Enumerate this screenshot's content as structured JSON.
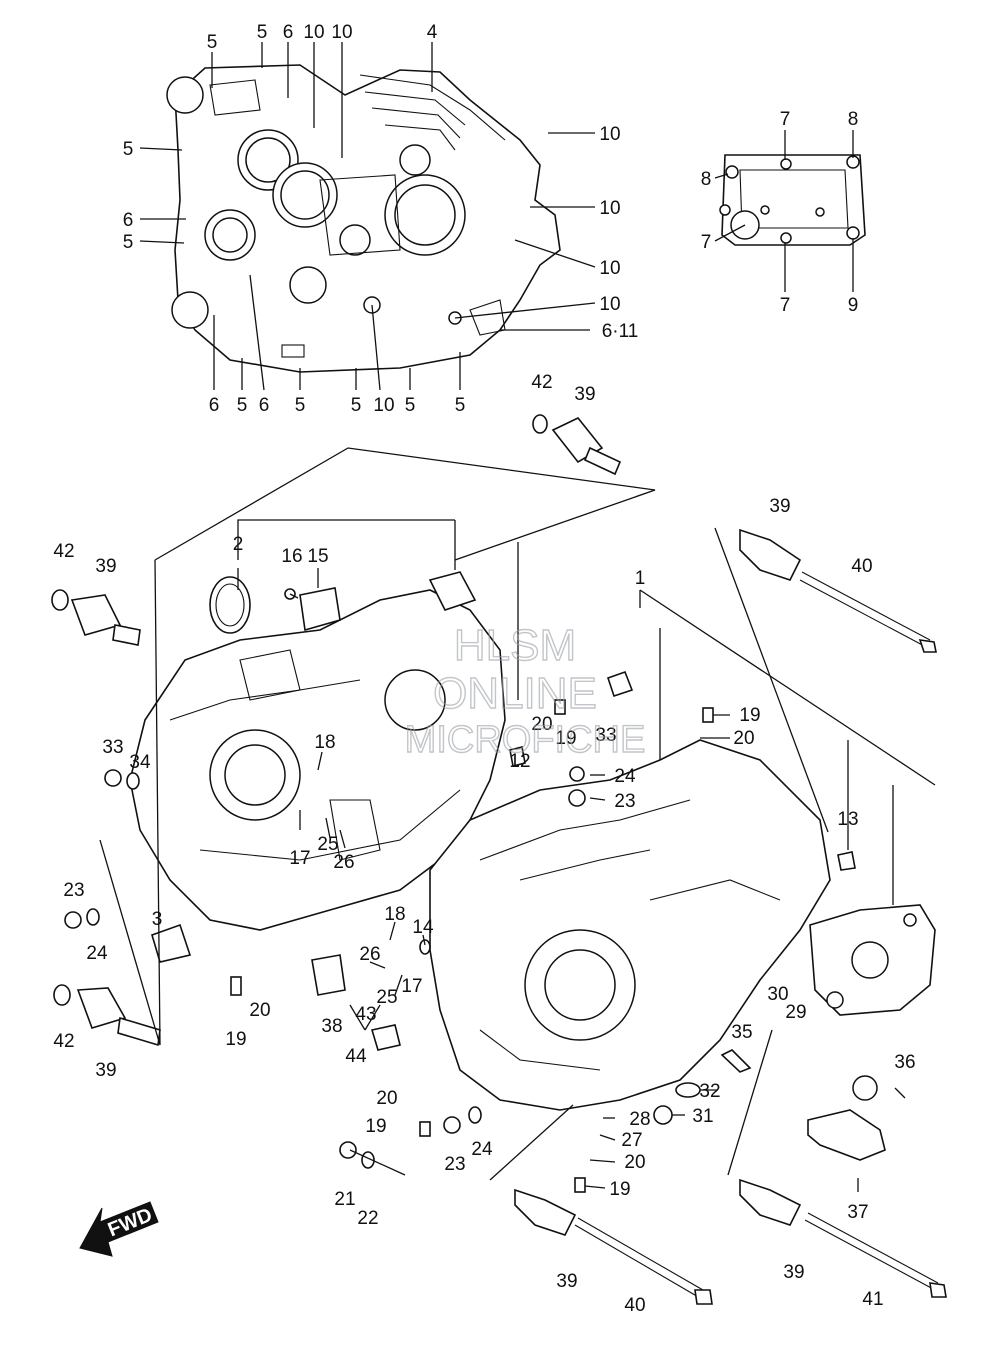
{
  "watermark": {
    "line1": "HLSM",
    "line2": "ONLINE",
    "line3": "MICROFICHE"
  },
  "direction_label": "FWD",
  "callouts": [
    {
      "label": "5"
    },
    {
      "label": "5"
    },
    {
      "label": "6"
    },
    {
      "label": "10"
    },
    {
      "label": "10"
    },
    {
      "label": "4"
    },
    {
      "label": "5"
    },
    {
      "label": "6"
    },
    {
      "label": "5"
    },
    {
      "label": "10"
    },
    {
      "label": "10"
    },
    {
      "label": "10"
    },
    {
      "label": "10"
    },
    {
      "label": "6·11"
    },
    {
      "label": "6"
    },
    {
      "label": "5"
    },
    {
      "label": "6"
    },
    {
      "label": "5"
    },
    {
      "label": "5"
    },
    {
      "label": "10"
    },
    {
      "label": "5"
    },
    {
      "label": "5"
    },
    {
      "label": "7"
    },
    {
      "label": "8"
    },
    {
      "label": "8"
    },
    {
      "label": "7"
    },
    {
      "label": "7"
    },
    {
      "label": "9"
    },
    {
      "label": "42"
    },
    {
      "label": "39"
    },
    {
      "label": "39"
    },
    {
      "label": "40"
    },
    {
      "label": "2"
    },
    {
      "label": "16"
    },
    {
      "label": "15"
    },
    {
      "label": "1"
    },
    {
      "label": "42"
    },
    {
      "label": "39"
    },
    {
      "label": "19"
    },
    {
      "label": "20"
    },
    {
      "label": "20"
    },
    {
      "label": "19"
    },
    {
      "label": "33"
    },
    {
      "label": "12"
    },
    {
      "label": "24"
    },
    {
      "label": "23"
    },
    {
      "label": "13"
    },
    {
      "label": "33"
    },
    {
      "label": "34"
    },
    {
      "label": "18"
    },
    {
      "label": "17"
    },
    {
      "label": "25"
    },
    {
      "label": "26"
    },
    {
      "label": "23"
    },
    {
      "label": "24"
    },
    {
      "label": "3"
    },
    {
      "label": "18"
    },
    {
      "label": "14"
    },
    {
      "label": "26"
    },
    {
      "label": "17"
    },
    {
      "label": "25"
    },
    {
      "label": "20"
    },
    {
      "label": "19"
    },
    {
      "label": "38"
    },
    {
      "label": "43"
    },
    {
      "label": "42"
    },
    {
      "label": "39"
    },
    {
      "label": "44"
    },
    {
      "label": "30"
    },
    {
      "label": "29"
    },
    {
      "label": "35"
    },
    {
      "label": "36"
    },
    {
      "label": "32"
    },
    {
      "label": "20"
    },
    {
      "label": "28"
    },
    {
      "label": "31"
    },
    {
      "label": "19"
    },
    {
      "label": "27"
    },
    {
      "label": "24"
    },
    {
      "label": "23"
    },
    {
      "label": "20"
    },
    {
      "label": "21"
    },
    {
      "label": "22"
    },
    {
      "label": "19"
    },
    {
      "label": "37"
    },
    {
      "label": "39"
    },
    {
      "label": "40"
    },
    {
      "label": "39"
    },
    {
      "label": "41"
    }
  ]
}
